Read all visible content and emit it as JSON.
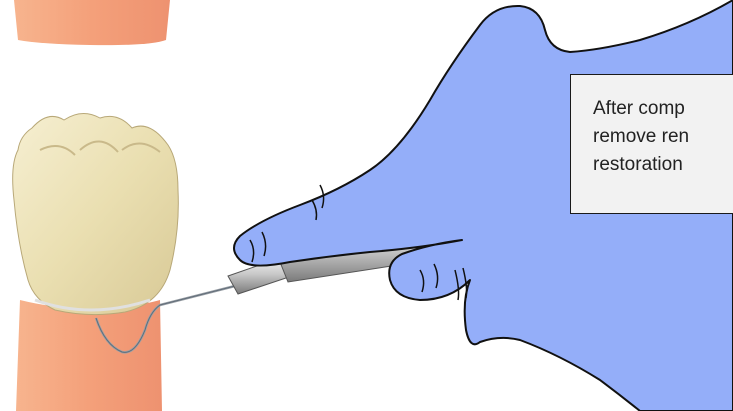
{
  "caption": {
    "lines": [
      "After comp",
      "remove ren",
      "restoration"
    ]
  },
  "illustration": {
    "glove_color": "#94aef9",
    "glove_outline": "#111111",
    "gum_color": "#f4a07a",
    "tooth_color": "#ede3b8",
    "instrument_color": "#b9b9b9",
    "icons": [
      "hand-glove-icon",
      "dental-explorer-icon",
      "molar-tooth-icon",
      "gum-tissue-icon"
    ]
  }
}
